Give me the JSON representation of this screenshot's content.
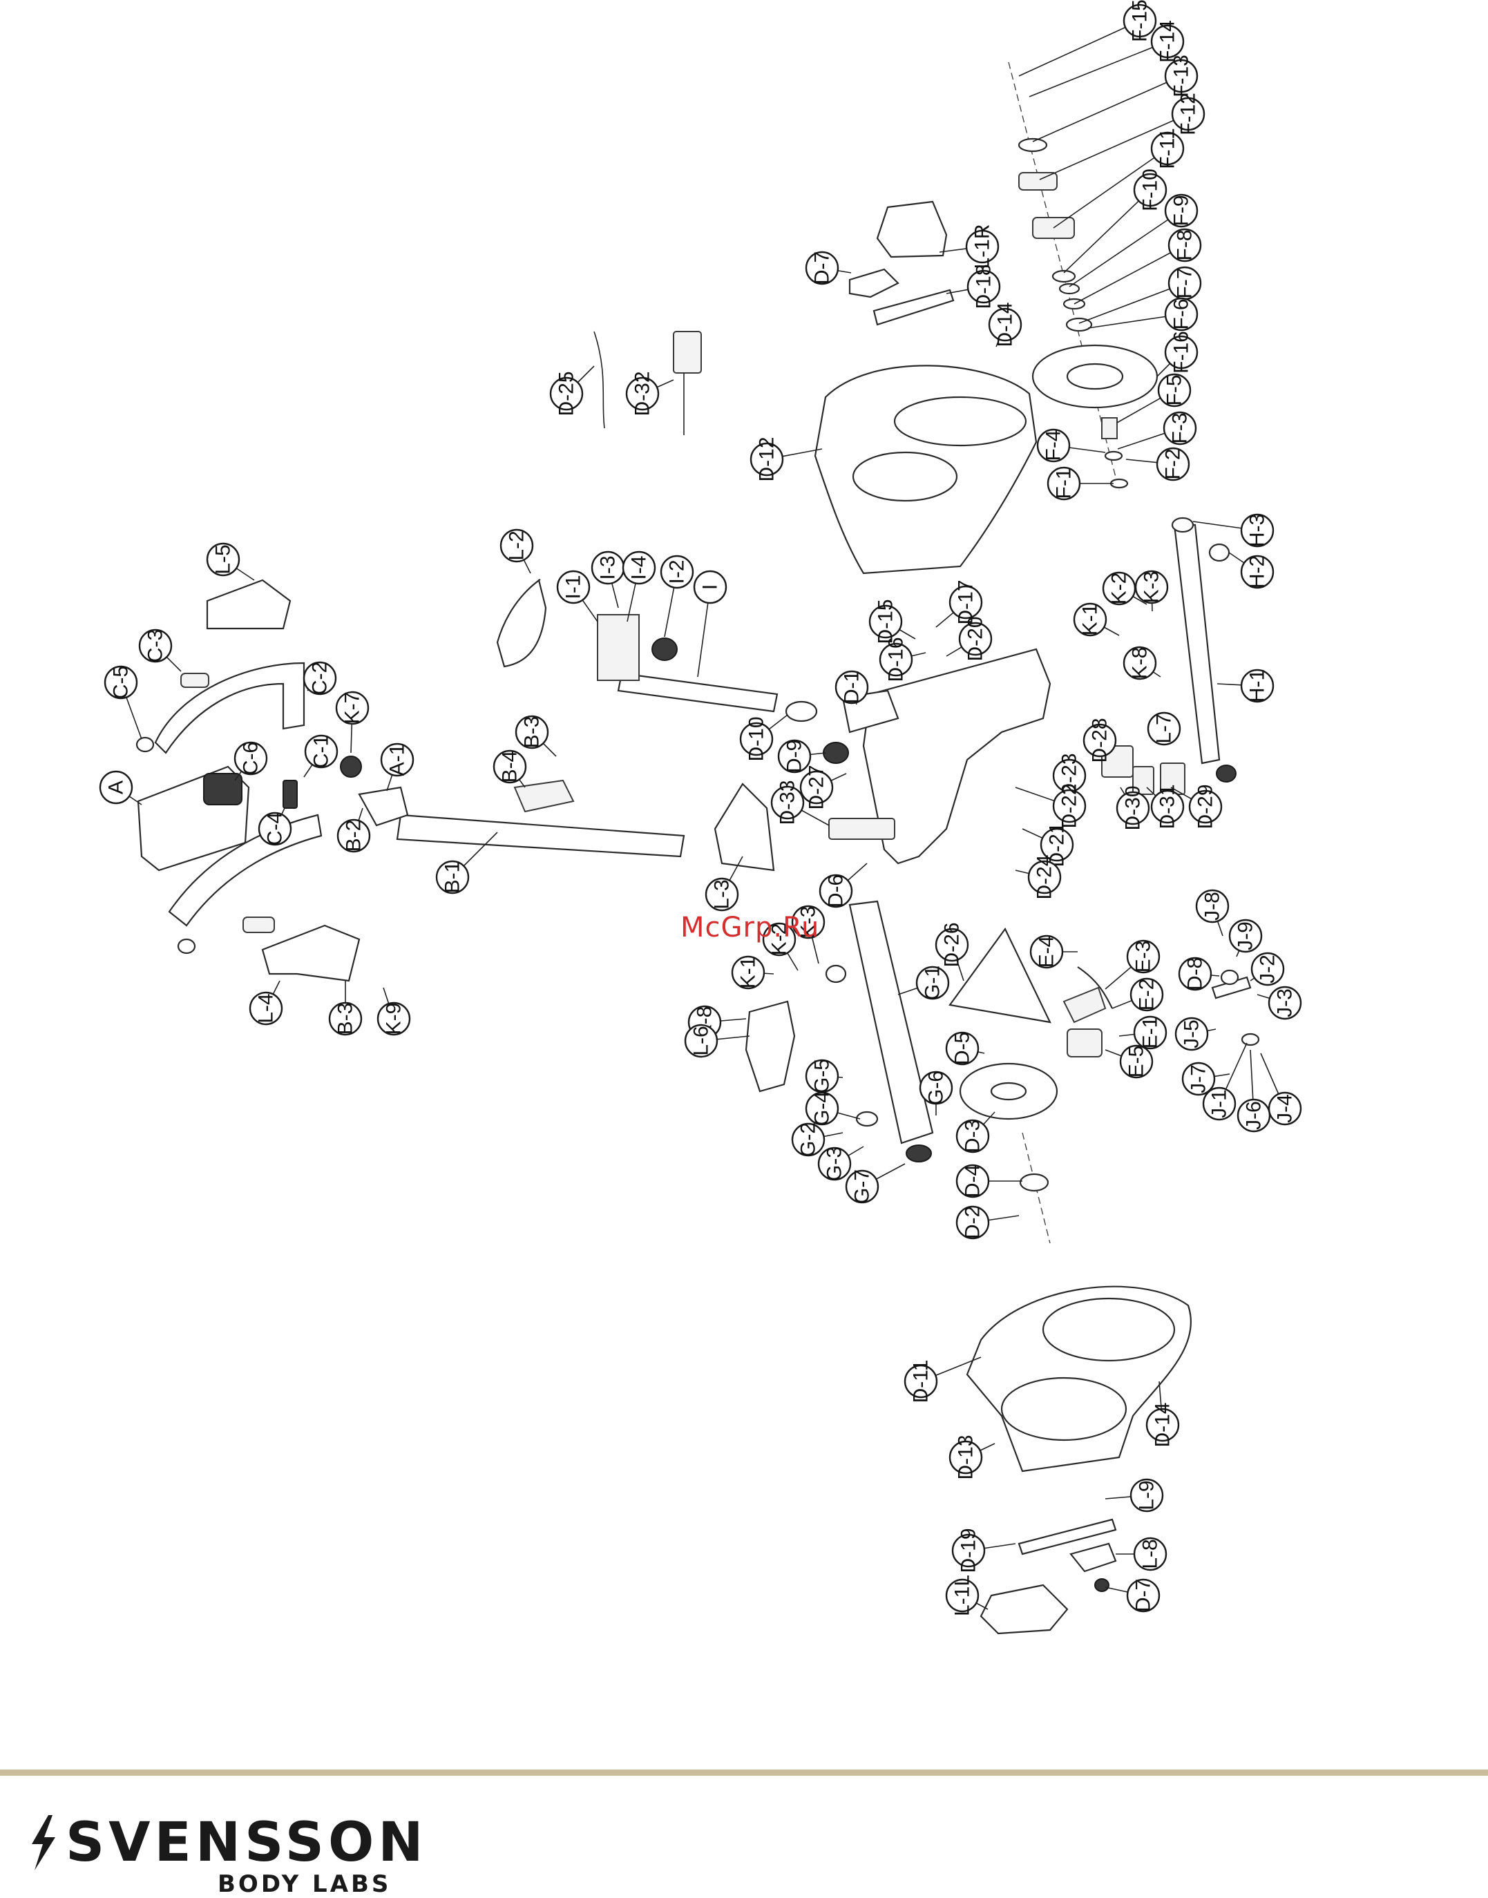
{
  "watermark": "McGrp.Ru",
  "brand": {
    "name": "SVENSSON",
    "sub": "BODY LABS",
    "accent_color": "#c9bd9c"
  },
  "callouts": [
    {
      "label": "F-15"
    },
    {
      "label": "F-14"
    },
    {
      "label": "F-13"
    },
    {
      "label": "F-12"
    },
    {
      "label": "F-11"
    },
    {
      "label": "F-10"
    },
    {
      "label": "F-9"
    },
    {
      "label": "F-8"
    },
    {
      "label": "F-7"
    },
    {
      "label": "F-6"
    },
    {
      "label": "F-16"
    },
    {
      "label": "F-5"
    },
    {
      "label": "F-3"
    },
    {
      "label": "F-2"
    },
    {
      "label": "F-4"
    },
    {
      "label": "F-1"
    },
    {
      "label": "D-7"
    },
    {
      "label": "L-1R"
    },
    {
      "label": "D-18"
    },
    {
      "label": "D-14"
    },
    {
      "label": "D-25"
    },
    {
      "label": "D-32"
    },
    {
      "label": "D-12"
    },
    {
      "label": "H-3"
    },
    {
      "label": "H-2"
    },
    {
      "label": "L-5"
    },
    {
      "label": "L-2"
    },
    {
      "label": "I-1"
    },
    {
      "label": "I-3"
    },
    {
      "label": "I-4"
    },
    {
      "label": "I-2"
    },
    {
      "label": "I"
    },
    {
      "label": "D-15"
    },
    {
      "label": "D-17"
    },
    {
      "label": "D-16"
    },
    {
      "label": "D-20"
    },
    {
      "label": "K-2"
    },
    {
      "label": "K-3"
    },
    {
      "label": "K-1"
    },
    {
      "label": "K-8"
    },
    {
      "label": "H-1"
    },
    {
      "label": "C-3"
    },
    {
      "label": "C-2"
    },
    {
      "label": "C-5"
    },
    {
      "label": "K-7"
    },
    {
      "label": "C-6"
    },
    {
      "label": "C-1"
    },
    {
      "label": "A"
    },
    {
      "label": "A-1"
    },
    {
      "label": "B-3"
    },
    {
      "label": "B-4"
    },
    {
      "label": "D-10"
    },
    {
      "label": "D-1"
    },
    {
      "label": "D-9"
    },
    {
      "label": "D-27"
    },
    {
      "label": "D-28"
    },
    {
      "label": "L-7"
    },
    {
      "label": "D-23"
    },
    {
      "label": "D-22"
    },
    {
      "label": "D-29"
    },
    {
      "label": "D-30"
    },
    {
      "label": "D-31"
    },
    {
      "label": "C-4"
    },
    {
      "label": "B-2"
    },
    {
      "label": "D-33"
    },
    {
      "label": "D-21"
    },
    {
      "label": "B-1"
    },
    {
      "label": "L-3"
    },
    {
      "label": "D-24"
    },
    {
      "label": "D-6"
    },
    {
      "label": "J-8"
    },
    {
      "label": "J-9"
    },
    {
      "label": "K-1"
    },
    {
      "label": "K-2"
    },
    {
      "label": "K-3"
    },
    {
      "label": "D-26"
    },
    {
      "label": "E-4"
    },
    {
      "label": "E-3"
    },
    {
      "label": "D-8"
    },
    {
      "label": "J-2"
    },
    {
      "label": "G-1"
    },
    {
      "label": "E-2"
    },
    {
      "label": "J-3"
    },
    {
      "label": "L-4"
    },
    {
      "label": "B-3"
    },
    {
      "label": "K-9"
    },
    {
      "label": "K-8"
    },
    {
      "label": "E-1"
    },
    {
      "label": "J-5"
    },
    {
      "label": "L-6"
    },
    {
      "label": "D-5"
    },
    {
      "label": "E-5"
    },
    {
      "label": "J-7"
    },
    {
      "label": "G-5"
    },
    {
      "label": "J-1"
    },
    {
      "label": "G-6"
    },
    {
      "label": "J-6"
    },
    {
      "label": "J-4"
    },
    {
      "label": "G-4"
    },
    {
      "label": "D-3"
    },
    {
      "label": "G-2"
    },
    {
      "label": "G-3"
    },
    {
      "label": "D-4"
    },
    {
      "label": "G-7"
    },
    {
      "label": "D-2"
    },
    {
      "label": "D-11"
    },
    {
      "label": "D-14"
    },
    {
      "label": "D-13"
    },
    {
      "label": "L-9"
    },
    {
      "label": "D-19"
    },
    {
      "label": "L-8"
    },
    {
      "label": "L-1L"
    },
    {
      "label": "D-7"
    }
  ]
}
